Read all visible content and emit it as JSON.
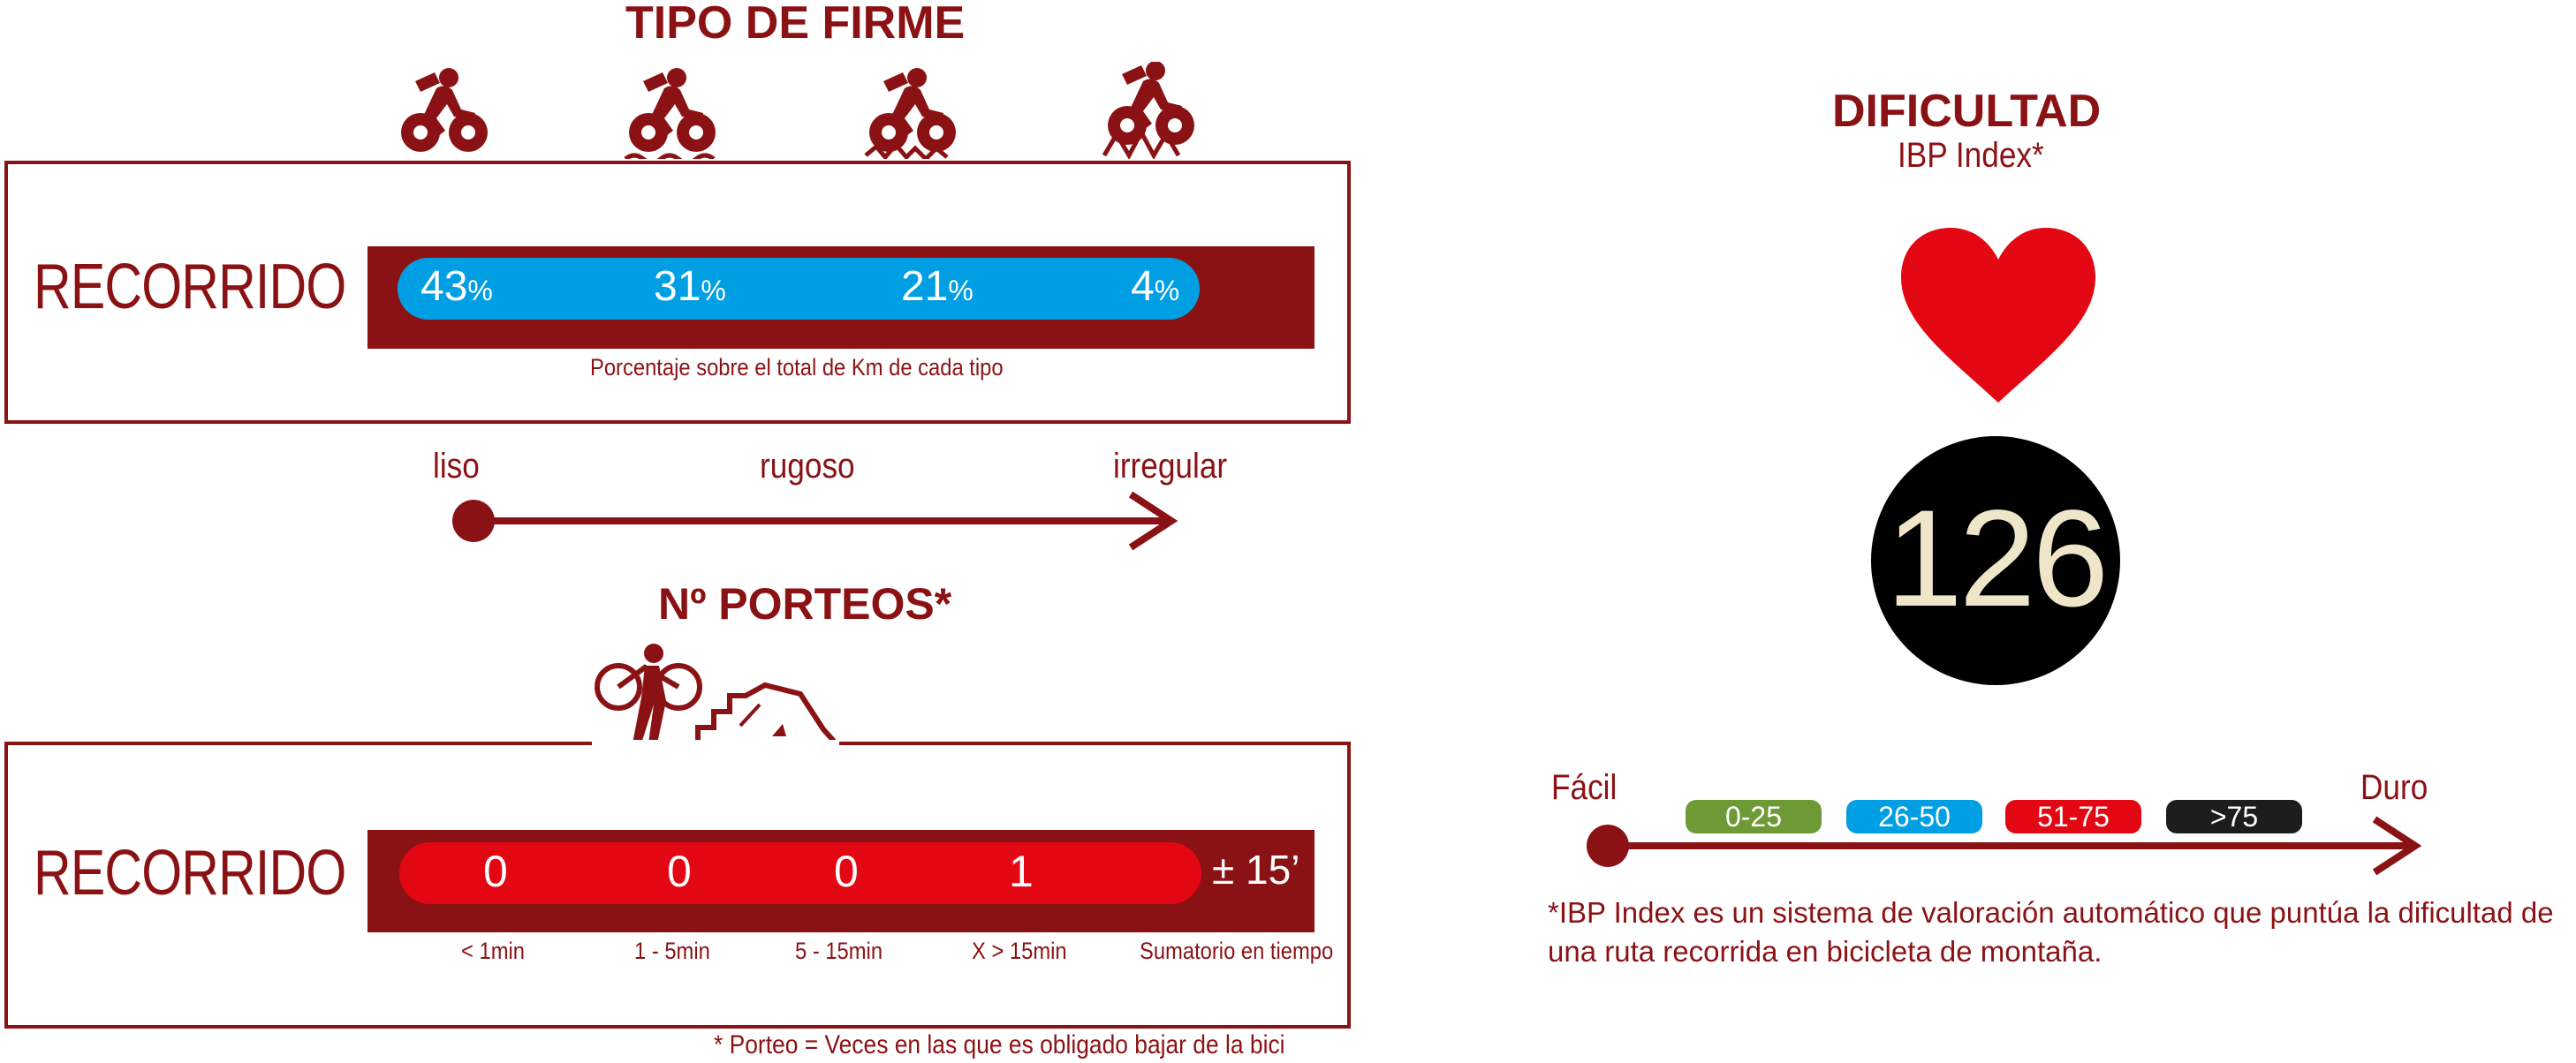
{
  "firme": {
    "title": "TIPO DE FIRME",
    "row_label": "RECORRIDO",
    "percents": [
      {
        "value": "43",
        "unit": "%"
      },
      {
        "value": "31",
        "unit": "%"
      },
      {
        "value": "21",
        "unit": "%"
      },
      {
        "value": "4",
        "unit": "%"
      }
    ],
    "caption": "Porcentaje sobre el total de Km de cada tipo",
    "scale": {
      "start": "liso",
      "middle": "rugoso",
      "end": "irregular"
    },
    "icons": [
      "cyclist-smooth-icon",
      "cyclist-rough-icon",
      "cyclist-irregular-icon",
      "cyclist-very-irregular-icon"
    ]
  },
  "porteos": {
    "title": "Nº PORTEOS*",
    "row_label": "RECORRIDO",
    "counts": [
      "0",
      "0",
      "0",
      "1"
    ],
    "total": "± 15’",
    "captions": [
      "< 1min",
      "1 - 5min",
      "5 - 15min",
      "X > 15min",
      "Sumatorio en tiempo"
    ],
    "footnote": "* Porteo = Veces en las que es obligado bajar de la bici",
    "icon": "bike-carrying-icon"
  },
  "dificultad": {
    "title": "DIFICULTAD",
    "subtitle": "IBP Index*",
    "score": "126",
    "scale": {
      "start": "Fácil",
      "end": "Duro"
    },
    "ranges": [
      {
        "label": "0-25",
        "color": "#6e9a35"
      },
      {
        "label": "26-50",
        "color": "#009fe3"
      },
      {
        "label": "51-75",
        "color": "#e30613"
      },
      {
        "label": ">75",
        "color": "#1d1d1b"
      }
    ],
    "note": "*IBP Index es un sistema de valoración automático que puntúa la dificultad de una ruta recorrida en bicicleta de montaña."
  },
  "colors": {
    "maroon": "#8b1214",
    "blue": "#009fe3",
    "red": "#e30613",
    "heart": "#e30613",
    "black": "#000000",
    "score_text": "#efe6c9"
  }
}
